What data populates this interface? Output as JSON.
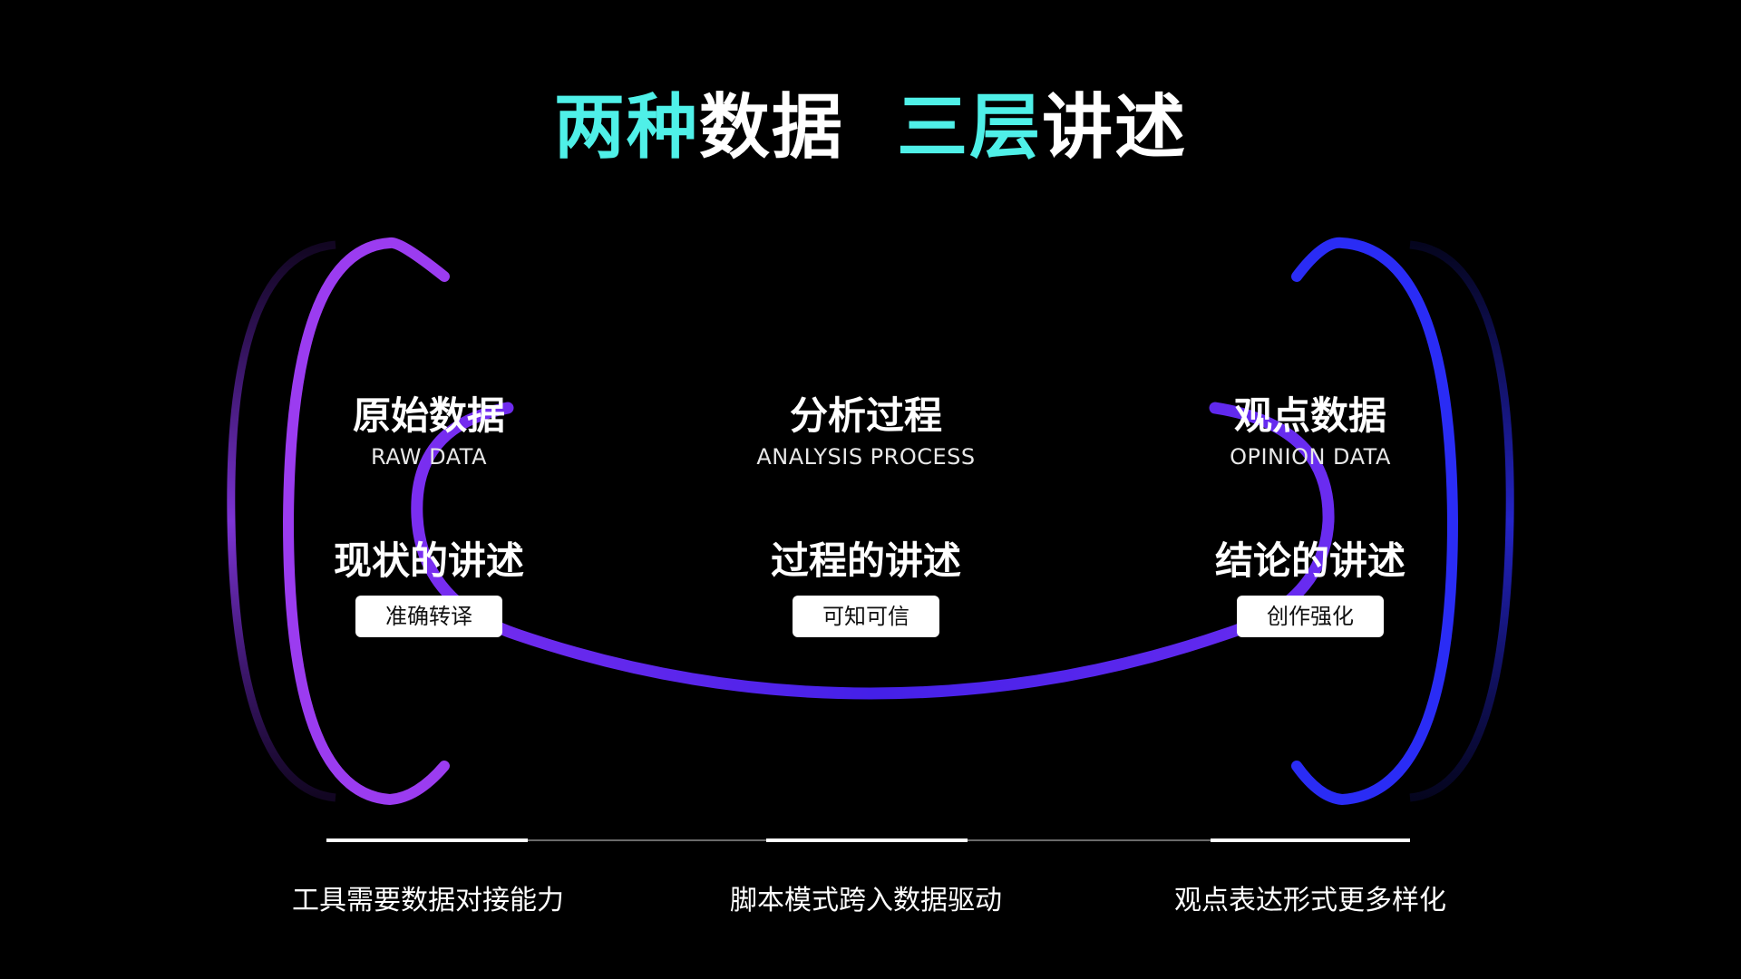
{
  "title": {
    "parts": [
      {
        "text": "两种",
        "color": "#4ff0e8"
      },
      {
        "text": "数据  ",
        "color": "#ffffff"
      },
      {
        "text": "三层",
        "color": "#4ff0e8"
      },
      {
        "text": "讲述",
        "color": "#ffffff"
      }
    ]
  },
  "columns": [
    {
      "name": "原始数据",
      "en": "RAW DATA",
      "narrative": "现状的讲述",
      "badge": "准确转译",
      "bottom": "工具需要数据对接能力"
    },
    {
      "name": "分析过程",
      "en": "ANALYSIS PROCESS",
      "narrative": "过程的讲述",
      "badge": "可知可信",
      "bottom": "脚本模式跨入数据驱动"
    },
    {
      "name": "观点数据",
      "en": "OPINION DATA",
      "narrative": "结论的讲述",
      "badge": "创作强化",
      "bottom": "观点表达形式更多样化"
    }
  ],
  "colors": {
    "accent": "#4ff0e8",
    "ring_left": "#9b3cf0",
    "ring_right": "#2a2cf5",
    "arc": "#4b1ee6"
  }
}
